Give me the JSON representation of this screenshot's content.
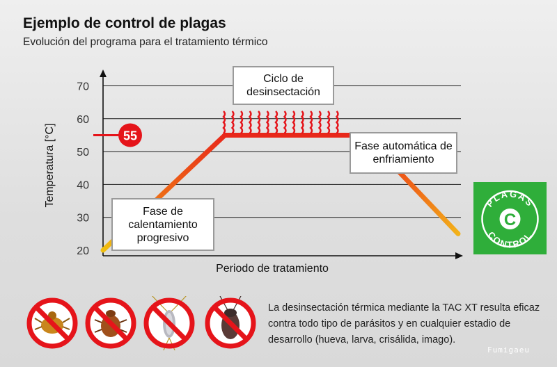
{
  "title": "Ejemplo de control de plagas",
  "subtitle": "Evolución del programa para el tratamiento térmico",
  "chart_data": {
    "type": "line",
    "ylabel": "Temperatura [°C]",
    "xlabel": "Periodo de tratamiento",
    "yticks": [
      20,
      30,
      40,
      50,
      60,
      70
    ],
    "ylim": [
      20,
      74
    ],
    "grid": true,
    "series": [
      {
        "x": [
          0,
          3.5,
          7.5,
          10.2
        ],
        "y": [
          20,
          55,
          55,
          25
        ]
      }
    ],
    "highlight": {
      "value": 55,
      "label": "55"
    },
    "annotations": [
      {
        "text": "Fase de calentamiento progresivo"
      },
      {
        "text": "Ciclo de desinsectación"
      },
      {
        "text": "Fase automática de enfriamiento"
      }
    ]
  },
  "colors": {
    "line_start": "#f0c010",
    "line": "#e8281a",
    "line_end": "#f2b21a",
    "marker": "#e5141a",
    "logo_bg": "#2fae3a"
  },
  "logo": {
    "top_text": "PLAGAS",
    "bottom_text": "CONTROL",
    "letter": "C"
  },
  "pests": [
    "mite-icon",
    "bedbug-icon",
    "silverfish-icon",
    "cockroach-icon"
  ],
  "description": "La desinsectación térmica mediante la TAC XT resulta eficaz contra todo tipo de parásitos y en cualquier estadio de desarrollo (hueva, larva, crisálida, imago).",
  "watermark": "Fumigaeu"
}
